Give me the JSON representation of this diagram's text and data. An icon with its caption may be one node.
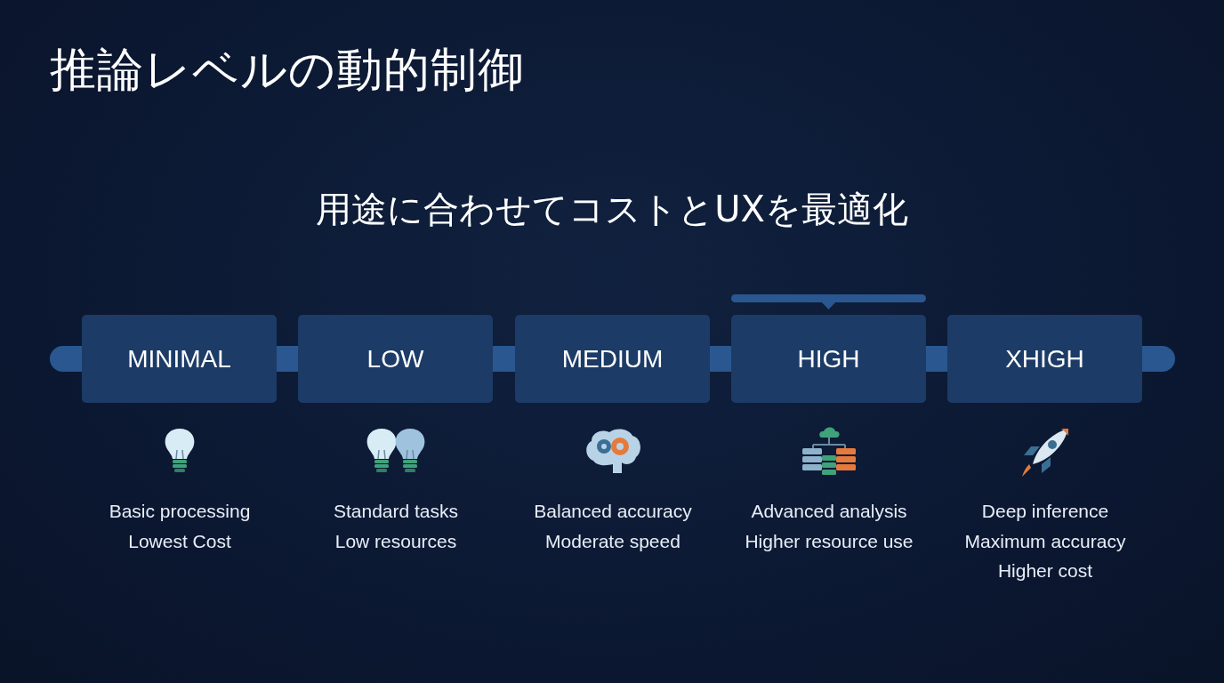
{
  "diagram": {
    "title": "推論レベルの動的制御",
    "nodes": [
      {
        "text": [
          "MINIMAL"
        ],
        "beside": [
          "Basic processing",
          "Lowest Cost"
        ]
      },
      {
        "text": [
          "LOW"
        ],
        "beside": [
          "Standard tasks",
          "Low resources"
        ]
      },
      {
        "text": [
          "MEDIUM"
        ],
        "beside": [
          "Balanced accuracy",
          "Moderate speed"
        ]
      },
      {
        "text": [
          "HIGH"
        ],
        "beside": [
          "Advanced analysis",
          "Higher resource use"
        ]
      },
      {
        "text": [
          "XHIGH"
        ],
        "beside": [
          "Deep inference",
          "Maximum accuracy",
          "Higher cost"
        ]
      }
    ],
    "labels": [
      "用途に合わせてコストとUXを最適化"
    ]
  }
}
